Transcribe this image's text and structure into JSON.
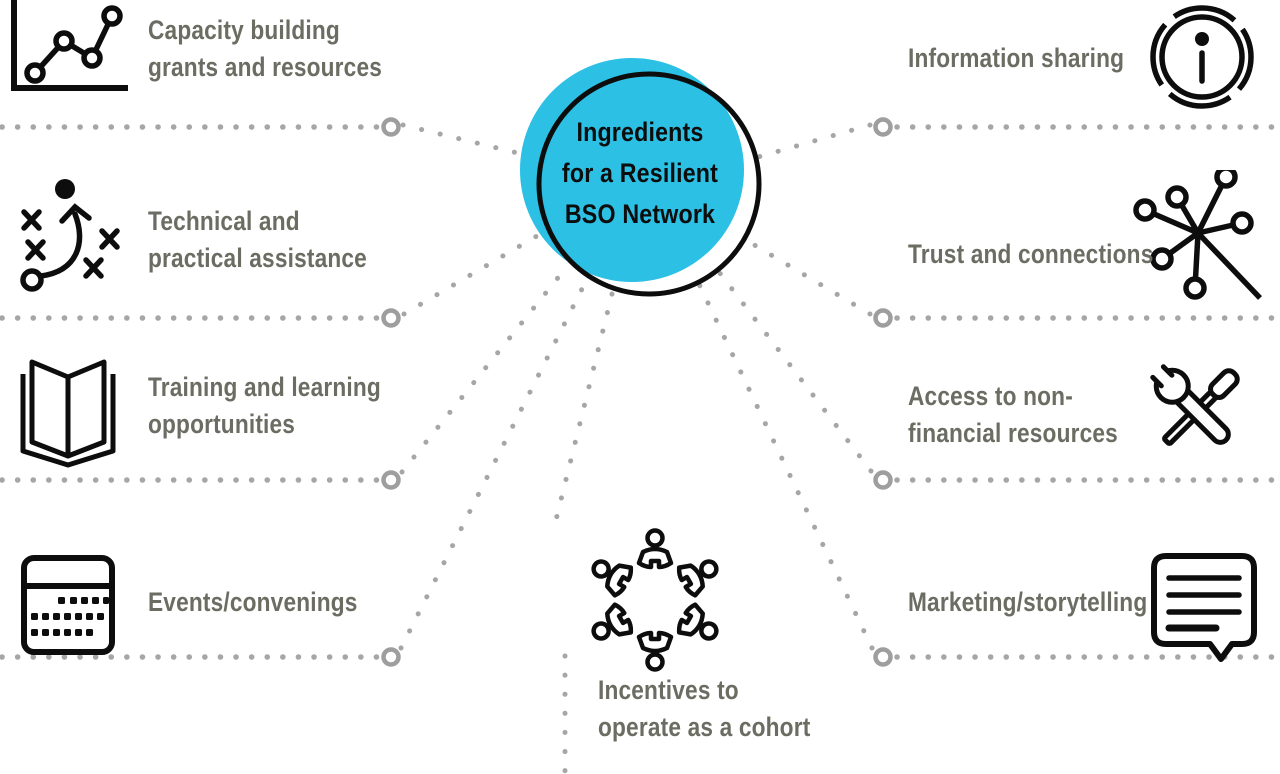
{
  "title": "Ingredients for a Resilient BSO Network",
  "center": {
    "lines": [
      "Ingredients",
      "for a Resilient",
      "BSO Network"
    ],
    "fill_color": "#2cc0e5",
    "ring_color": "#0d0d0d"
  },
  "items": {
    "capacity": {
      "lines": [
        "Capacity building",
        "grants and resources"
      ],
      "icon": "line-chart-icon"
    },
    "technical": {
      "lines": [
        "Technical and",
        "practical assistance"
      ],
      "icon": "strategy-icon"
    },
    "training": {
      "lines": [
        "Training and learning",
        "opportunities"
      ],
      "icon": "open-book-icon"
    },
    "events": {
      "lines": [
        "Events/convenings"
      ],
      "icon": "calendar-icon"
    },
    "information": {
      "lines": [
        "Information sharing"
      ],
      "icon": "info-circle-icon"
    },
    "trust": {
      "lines": [
        "Trust and connections"
      ],
      "icon": "network-icon"
    },
    "access": {
      "lines": [
        "Access to non-",
        "financial resources"
      ],
      "icon": "tools-icon"
    },
    "marketing": {
      "lines": [
        "Marketing/storytelling"
      ],
      "icon": "speech-bubble-icon"
    },
    "incentives": {
      "lines": [
        "Incentives to",
        "operate as a cohort"
      ],
      "icon": "people-circle-icon"
    }
  },
  "colors": {
    "label_text": "#6b6c62",
    "dots": "#a6a6a6",
    "node_ring": "#9e9e9e",
    "icon_stroke": "#0d0d0d"
  }
}
